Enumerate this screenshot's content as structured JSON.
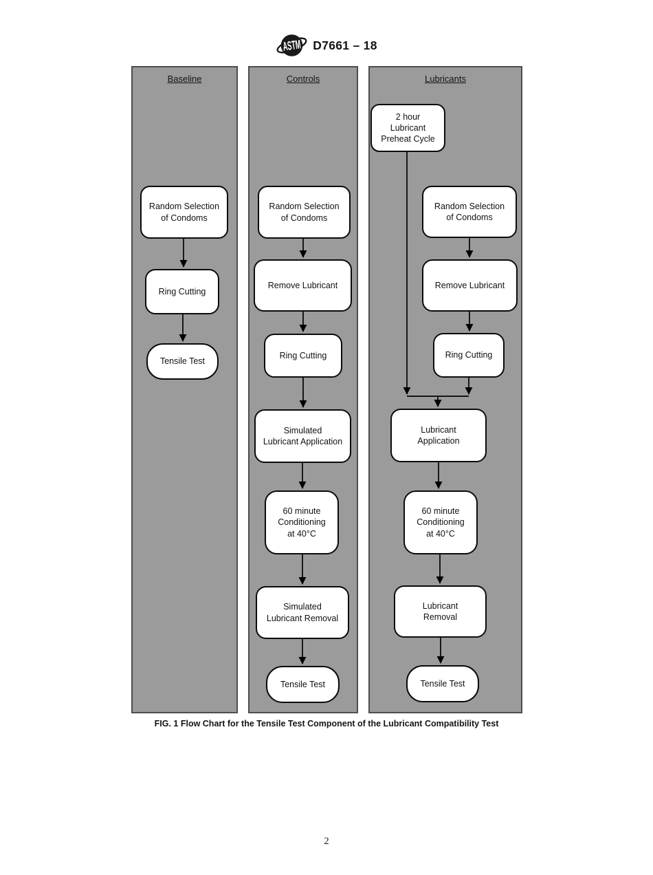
{
  "header": {
    "logo_icon": "astm-globe-logo",
    "doc_code": "D7661 – 18"
  },
  "figure": {
    "columns": [
      {
        "title": "Baseline",
        "boxes": [
          {
            "label": "Random Selection\nof Condoms"
          },
          {
            "label": "Ring Cutting"
          },
          {
            "label": "Tensile Test"
          }
        ],
        "edges": [
          "Random Selection of Condoms -> Ring Cutting",
          "Ring Cutting -> Tensile Test"
        ]
      },
      {
        "title": "Controls",
        "boxes": [
          {
            "label": "Random Selection\nof Condoms"
          },
          {
            "label": "Remove Lubricant"
          },
          {
            "label": "Ring Cutting"
          },
          {
            "label": "Simulated\nLubricant Application"
          },
          {
            "label": "60 minute\nConditioning\nat 40°C"
          },
          {
            "label": "Simulated\nLubricant Removal"
          },
          {
            "label": "Tensile Test"
          }
        ],
        "edges": [
          "Random Selection of Condoms -> Remove Lubricant",
          "Remove Lubricant -> Ring Cutting",
          "Ring Cutting -> Simulated Lubricant Application",
          "Simulated Lubricant Application -> 60 minute Conditioning at 40°C",
          "60 minute Conditioning at 40°C -> Simulated Lubricant Removal",
          "Simulated Lubricant Removal -> Tensile Test"
        ]
      },
      {
        "title": "Lubricants",
        "boxes": [
          {
            "label": "2 hour\nLubricant\nPreheat Cycle"
          },
          {
            "label": "Random Selection\nof Condoms"
          },
          {
            "label": "Remove Lubricant"
          },
          {
            "label": "Ring Cutting"
          },
          {
            "label": "Lubricant\nApplication"
          },
          {
            "label": "60 minute\nConditioning\nat 40°C"
          },
          {
            "label": "Lubricant\nRemoval"
          },
          {
            "label": "Tensile Test"
          }
        ],
        "edges": [
          "2 hour Lubricant Preheat Cycle -> Lubricant Application",
          "Random Selection of Condoms -> Remove Lubricant",
          "Remove Lubricant -> Ring Cutting",
          "Ring Cutting -> Lubricant Application",
          "Lubricant Application -> 60 minute Conditioning at 40°C",
          "60 minute Conditioning at 40°C -> Lubricant Removal",
          "Lubricant Removal -> Tensile Test"
        ]
      }
    ],
    "caption": "FIG. 1 Flow Chart for the Tensile Test Component of the Lubricant Compatibility Test"
  },
  "footer": {
    "page_number": "2"
  },
  "colors": {
    "panel_fill": "#9b9b9b",
    "panel_border": "#4d4d4d",
    "box_fill": "#ffffff",
    "box_border": "#0a0a0a",
    "line_color": "#000000"
  }
}
